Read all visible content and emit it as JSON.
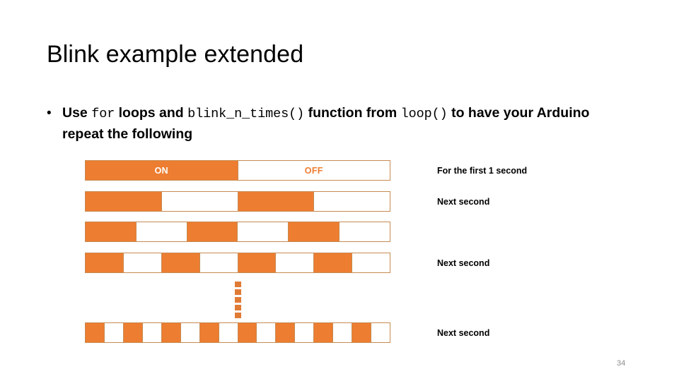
{
  "slide": {
    "title": "Blink example extended",
    "bullet": {
      "marker": "•",
      "parts": [
        {
          "text": "Use ",
          "style": "normal"
        },
        {
          "text": "for",
          "style": "mono"
        },
        {
          "text": " loops and ",
          "style": "normal"
        },
        {
          "text": "blink_n_times()",
          "style": "mono"
        },
        {
          "text": " function from ",
          "style": "normal"
        },
        {
          "text": "loop()",
          "style": "mono"
        },
        {
          "text": " to have your Arduino repeat the following",
          "style": "normal"
        }
      ],
      "line1_plain": "Use for loops and blink_n_times() function from loop() to",
      "line2_plain": "have your Arduino repeat the following"
    },
    "page_number": "34"
  },
  "colors": {
    "on_fill": "#ED7D31",
    "off_fill": "#FFFFFF",
    "border": "#C68B52",
    "dots": "#E07B36",
    "page_number": "#8C8C8C",
    "text": "#000000"
  },
  "diagram": {
    "segment_labels": {
      "on": "ON",
      "off": "OFF"
    },
    "rows": [
      {
        "name": "row-1",
        "segments": 2,
        "pattern": [
          "on",
          "off"
        ],
        "labeled": true
      },
      {
        "name": "row-2",
        "segments": 4,
        "pattern": [
          "on",
          "off",
          "on",
          "off"
        ],
        "labeled": false
      },
      {
        "name": "row-3",
        "segments": 6,
        "pattern": [
          "on",
          "off",
          "on",
          "off",
          "on",
          "off"
        ],
        "labeled": false
      },
      {
        "name": "row-4",
        "segments": 8,
        "pattern": [
          "on",
          "off",
          "on",
          "off",
          "on",
          "off",
          "on",
          "off"
        ],
        "labeled": false
      },
      {
        "name": "row-5",
        "segments": 16,
        "pattern": [
          "on",
          "off",
          "on",
          "off",
          "on",
          "off",
          "on",
          "off",
          "on",
          "off",
          "on",
          "off",
          "on",
          "off",
          "on",
          "off"
        ],
        "labeled": false
      }
    ],
    "ellipsis_dots": 5
  },
  "captions": [
    {
      "text": "For the first 1 second"
    },
    {
      "text": "Next second"
    },
    {
      "text": "Next second"
    },
    {
      "text": "Next second"
    }
  ]
}
